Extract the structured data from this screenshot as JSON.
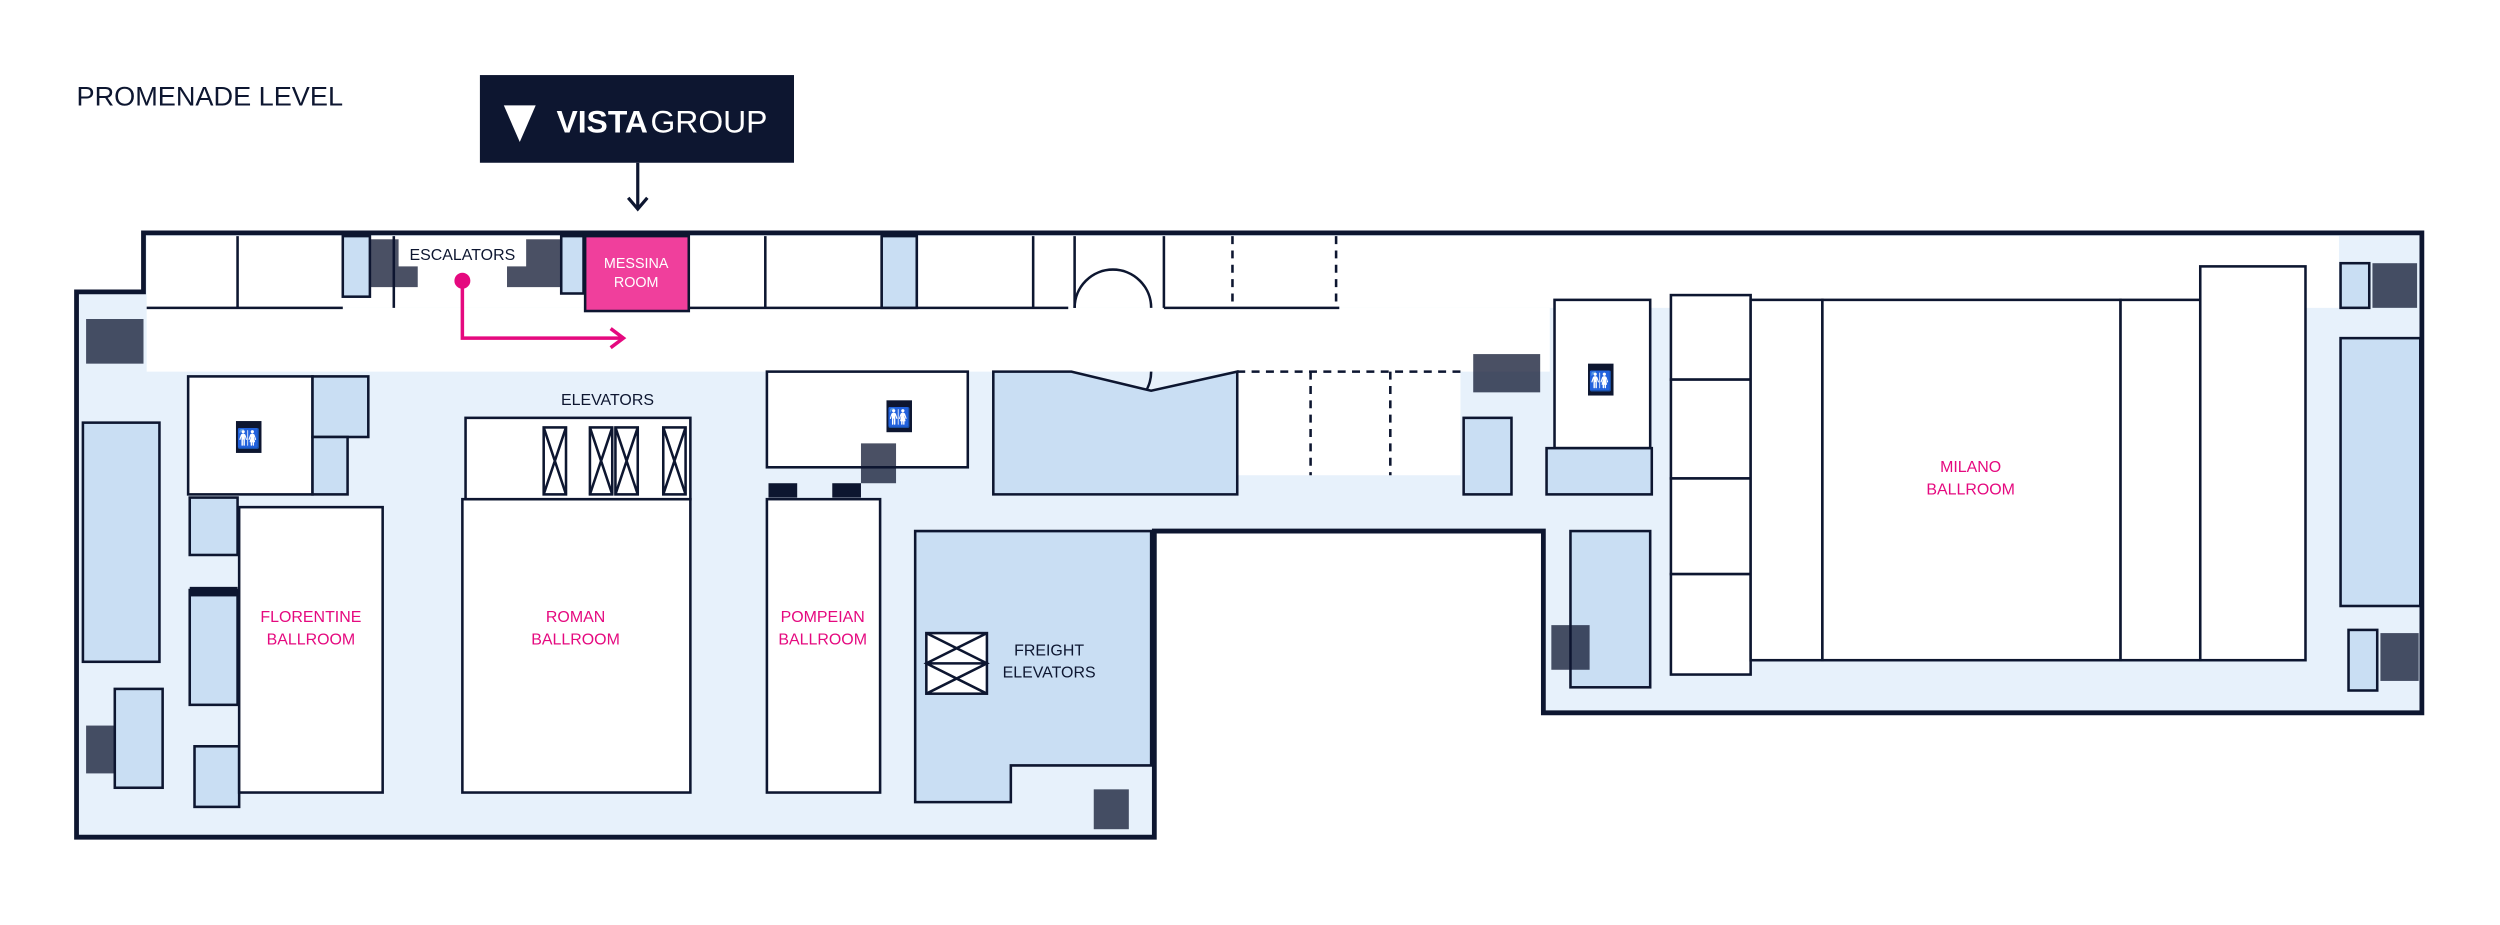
{
  "header": {
    "level_title": "PROMENADE LEVEL",
    "logo_text_bold": "VISTA",
    "logo_text_light": "GROUP"
  },
  "colors": {
    "dark": "#0d1630",
    "accent_pink": "#e5097f",
    "highlight_room": "#f03f9c",
    "corridor": "#e7f1fb",
    "service": "#c9def3"
  },
  "labels": {
    "escalators": "ESCALATORS",
    "elevators": "ELEVATORS",
    "messina": [
      "MESSINA",
      "ROOM"
    ],
    "florentine": [
      "FLORENTINE",
      "BALLROOM"
    ],
    "roman": [
      "ROMAN",
      "BALLROOM"
    ],
    "pompeian": [
      "POMPEIAN",
      "BALLROOM"
    ],
    "milano": [
      "MILANO",
      "BALLROOM"
    ],
    "freight": [
      "FREIGHT",
      "ELEVATORS"
    ]
  },
  "icons": {
    "restroom": "restroom-icon",
    "elevator": "elevator-icon",
    "logo": "vista-v-logo-icon",
    "route": "route-arrow-icon"
  }
}
